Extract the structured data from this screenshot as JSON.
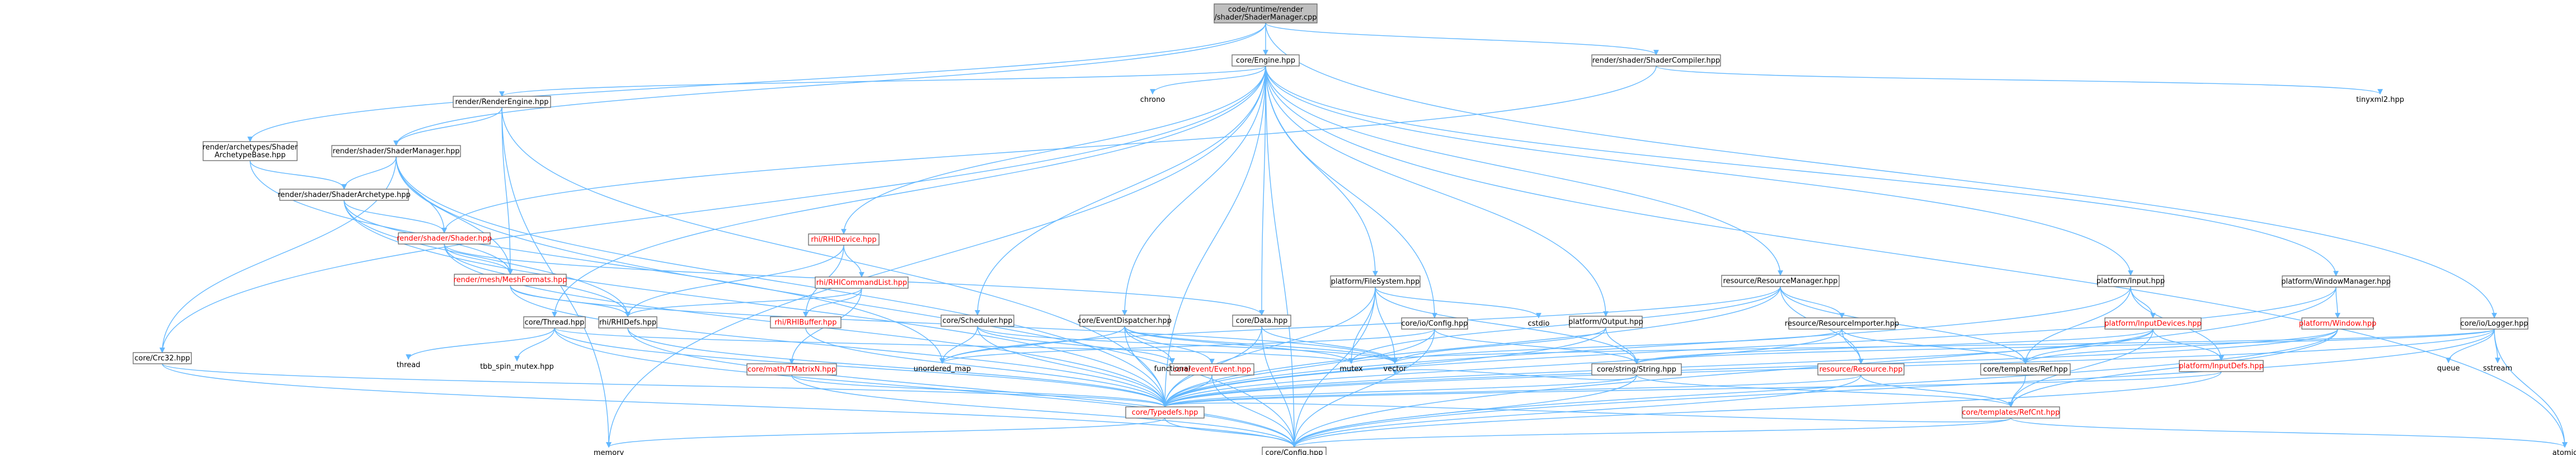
{
  "title": "code/runtime/render/shader/ShaderManager.cpp",
  "colors": {
    "edge": "#63b8ff",
    "root_fill": "#bfbfbf",
    "node_fill": "#ffffff",
    "red_text": "#ff0000"
  },
  "nodes": [
    {
      "id": "root",
      "label": [
        "code/runtime/render",
        "/shader/ShaderManager.cpp"
      ],
      "kind": "root"
    },
    {
      "id": "engine",
      "label": [
        "core/Engine.hpp"
      ],
      "kind": "box"
    },
    {
      "id": "compiler",
      "label": [
        "render/shader/ShaderCompiler.hpp"
      ],
      "kind": "box"
    },
    {
      "id": "tinyxml",
      "label": [
        "tinyxml2.hpp"
      ],
      "kind": "plain"
    },
    {
      "id": "renderengine",
      "label": [
        "render/RenderEngine.hpp"
      ],
      "kind": "box"
    },
    {
      "id": "chrono",
      "label": [
        "chrono"
      ],
      "kind": "plain"
    },
    {
      "id": "archebase",
      "label": [
        "render/archetypes/Shader",
        "ArchetypeBase.hpp"
      ],
      "kind": "box"
    },
    {
      "id": "shadermgr",
      "label": [
        "render/shader/ShaderManager.hpp"
      ],
      "kind": "box"
    },
    {
      "id": "archetype",
      "label": [
        "render/shader/ShaderArchetype.hpp"
      ],
      "kind": "box"
    },
    {
      "id": "shader",
      "label": [
        "render/shader/Shader.hpp"
      ],
      "kind": "red"
    },
    {
      "id": "meshformats",
      "label": [
        "render/mesh/MeshFormats.hpp"
      ],
      "kind": "red"
    },
    {
      "id": "rhidevice",
      "label": [
        "rhi/RHIDevice.hpp"
      ],
      "kind": "red"
    },
    {
      "id": "rhicmd",
      "label": [
        "rhi/RHICommandList.hpp"
      ],
      "kind": "red"
    },
    {
      "id": "rhibuffer",
      "label": [
        "rhi/RHIBuffer.hpp"
      ],
      "kind": "red"
    },
    {
      "id": "rhidefs",
      "label": [
        "rhi/RHIDefs.hpp"
      ],
      "kind": "box"
    },
    {
      "id": "thread",
      "label": [
        "core/Thread.hpp"
      ],
      "kind": "box"
    },
    {
      "id": "crc",
      "label": [
        "core/Crc32.hpp"
      ],
      "kind": "box"
    },
    {
      "id": "threadlib",
      "label": [
        "thread"
      ],
      "kind": "plain"
    },
    {
      "id": "tbbmutex",
      "label": [
        "tbb_spin_mutex.hpp"
      ],
      "kind": "plain"
    },
    {
      "id": "scheduler",
      "label": [
        "core/Scheduler.hpp"
      ],
      "kind": "box"
    },
    {
      "id": "eventdisp",
      "label": [
        "core/EventDispatcher.hpp"
      ],
      "kind": "box"
    },
    {
      "id": "data",
      "label": [
        "core/Data.hpp"
      ],
      "kind": "box"
    },
    {
      "id": "filesystem",
      "label": [
        "platform/FileSystem.hpp"
      ],
      "kind": "box"
    },
    {
      "id": "config",
      "label": [
        "core/io/Config.hpp"
      ],
      "kind": "box"
    },
    {
      "id": "cstdio",
      "label": [
        "cstdio"
      ],
      "kind": "plain"
    },
    {
      "id": "output",
      "label": [
        "platform/Output.hpp"
      ],
      "kind": "box"
    },
    {
      "id": "resmgr",
      "label": [
        "resource/ResourceManager.hpp"
      ],
      "kind": "box"
    },
    {
      "id": "resimp",
      "label": [
        "resource/ResourceImporter.hpp"
      ],
      "kind": "box"
    },
    {
      "id": "input",
      "label": [
        "platform/Input.hpp"
      ],
      "kind": "box"
    },
    {
      "id": "inputdevices",
      "label": [
        "platform/InputDevices.hpp"
      ],
      "kind": "red"
    },
    {
      "id": "inputdefs",
      "label": [
        "platform/InputDefs.hpp"
      ],
      "kind": "red"
    },
    {
      "id": "windowmgr",
      "label": [
        "platform/WindowManager.hpp"
      ],
      "kind": "box"
    },
    {
      "id": "window",
      "label": [
        "platform/Window.hpp"
      ],
      "kind": "red"
    },
    {
      "id": "logger",
      "label": [
        "core/io/Logger.hpp"
      ],
      "kind": "box"
    },
    {
      "id": "queue",
      "label": [
        "queue"
      ],
      "kind": "plain"
    },
    {
      "id": "sstream",
      "label": [
        "sstream"
      ],
      "kind": "plain"
    },
    {
      "id": "mathmat",
      "label": [
        "core/math/TMatrixN.hpp"
      ],
      "kind": "red"
    },
    {
      "id": "event",
      "label": [
        "core/event/Event.hpp"
      ],
      "kind": "red"
    },
    {
      "id": "unordered",
      "label": [
        "unordered_map"
      ],
      "kind": "plain"
    },
    {
      "id": "functional",
      "label": [
        "functional"
      ],
      "kind": "plain"
    },
    {
      "id": "mutex",
      "label": [
        "mutex"
      ],
      "kind": "plain"
    },
    {
      "id": "vector",
      "label": [
        "vector"
      ],
      "kind": "plain"
    },
    {
      "id": "string",
      "label": [
        "core/string/String.hpp"
      ],
      "kind": "box"
    },
    {
      "id": "resource",
      "label": [
        "resource/Resource.hpp"
      ],
      "kind": "red"
    },
    {
      "id": "ref",
      "label": [
        "core/templates/Ref.hpp"
      ],
      "kind": "box"
    },
    {
      "id": "typedefs",
      "label": [
        "core/Typedefs.hpp"
      ],
      "kind": "red"
    },
    {
      "id": "refcnt",
      "label": [
        "core/templates/RefCnt.hpp"
      ],
      "kind": "red"
    },
    {
      "id": "memory",
      "label": [
        "memory"
      ],
      "kind": "plain"
    },
    {
      "id": "atomic",
      "label": [
        "atomic"
      ],
      "kind": "plain"
    },
    {
      "id": "coreconfig",
      "label": [
        "core/Config.hpp"
      ],
      "kind": "box"
    }
  ],
  "edges": [
    [
      "root",
      "engine"
    ],
    [
      "root",
      "compiler"
    ],
    [
      "root",
      "shadermgr"
    ],
    [
      "root",
      "archebase"
    ],
    [
      "root",
      "logger"
    ],
    [
      "engine",
      "renderengine"
    ],
    [
      "engine",
      "chrono"
    ],
    [
      "engine",
      "rhidevice"
    ],
    [
      "engine",
      "thread"
    ],
    [
      "engine",
      "scheduler"
    ],
    [
      "engine",
      "eventdisp"
    ],
    [
      "engine",
      "data"
    ],
    [
      "engine",
      "filesystem"
    ],
    [
      "engine",
      "config"
    ],
    [
      "engine",
      "resmgr"
    ],
    [
      "engine",
      "input"
    ],
    [
      "engine",
      "windowmgr"
    ],
    [
      "engine",
      "typedefs"
    ],
    [
      "engine",
      "coreconfig"
    ],
    [
      "engine",
      "memory"
    ],
    [
      "engine",
      "atomic"
    ],
    [
      "engine",
      "output"
    ],
    [
      "engine",
      "crc"
    ],
    [
      "compiler",
      "tinyxml"
    ],
    [
      "compiler",
      "shader"
    ],
    [
      "renderengine",
      "shadermgr"
    ],
    [
      "renderengine",
      "meshformats"
    ],
    [
      "renderengine",
      "typedefs"
    ],
    [
      "renderengine",
      "memory"
    ],
    [
      "archebase",
      "archetype"
    ],
    [
      "archebase",
      "unordered"
    ],
    [
      "shadermgr",
      "archetype"
    ],
    [
      "shadermgr",
      "shader"
    ],
    [
      "shadermgr",
      "meshformats"
    ],
    [
      "shadermgr",
      "crc"
    ],
    [
      "shadermgr",
      "typedefs"
    ],
    [
      "shadermgr",
      "coreconfig"
    ],
    [
      "archetype",
      "shader"
    ],
    [
      "archetype",
      "meshformats"
    ],
    [
      "archetype",
      "rhidefs"
    ],
    [
      "archetype",
      "typedefs"
    ],
    [
      "shader",
      "meshformats"
    ],
    [
      "shader",
      "rhidefs"
    ],
    [
      "shader",
      "typedefs"
    ],
    [
      "shader",
      "data"
    ],
    [
      "meshformats",
      "rhidefs"
    ],
    [
      "meshformats",
      "typedefs"
    ],
    [
      "meshformats",
      "vector"
    ],
    [
      "rhidevice",
      "rhicmd"
    ],
    [
      "rhidevice",
      "rhibuffer"
    ],
    [
      "rhidevice",
      "rhidefs"
    ],
    [
      "rhicmd",
      "rhibuffer"
    ],
    [
      "rhicmd",
      "rhidefs"
    ],
    [
      "rhicmd",
      "mathmat"
    ],
    [
      "rhibuffer",
      "typedefs"
    ],
    [
      "rhidefs",
      "typedefs"
    ],
    [
      "rhidefs",
      "coreconfig"
    ],
    [
      "thread",
      "threadlib"
    ],
    [
      "thread",
      "tbbmutex"
    ],
    [
      "thread",
      "typedefs"
    ],
    [
      "thread",
      "coreconfig"
    ],
    [
      "thread",
      "mutex"
    ],
    [
      "crc",
      "typedefs"
    ],
    [
      "crc",
      "coreconfig"
    ],
    [
      "scheduler",
      "unordered"
    ],
    [
      "scheduler",
      "functional"
    ],
    [
      "scheduler",
      "typedefs"
    ],
    [
      "scheduler",
      "vector"
    ],
    [
      "eventdisp",
      "event"
    ],
    [
      "eventdisp",
      "functional"
    ],
    [
      "eventdisp",
      "unordered"
    ],
    [
      "eventdisp",
      "typedefs"
    ],
    [
      "eventdisp",
      "mutex"
    ],
    [
      "eventdisp",
      "vector"
    ],
    [
      "data",
      "typedefs"
    ],
    [
      "data",
      "coreconfig"
    ],
    [
      "data",
      "vector"
    ],
    [
      "filesystem",
      "string"
    ],
    [
      "filesystem",
      "typedefs"
    ],
    [
      "filesystem",
      "vector"
    ],
    [
      "filesystem",
      "mutex"
    ],
    [
      "filesystem",
      "cstdio"
    ],
    [
      "filesystem",
      "coreconfig"
    ],
    [
      "config",
      "string"
    ],
    [
      "config",
      "typedefs"
    ],
    [
      "config",
      "coreconfig"
    ],
    [
      "config",
      "unordered"
    ],
    [
      "output",
      "string"
    ],
    [
      "output",
      "typedefs"
    ],
    [
      "output",
      "vector"
    ],
    [
      "resmgr",
      "resimp"
    ],
    [
      "resmgr",
      "resource"
    ],
    [
      "resmgr",
      "ref"
    ],
    [
      "resmgr",
      "typedefs"
    ],
    [
      "resmgr",
      "unordered"
    ],
    [
      "resmgr",
      "mutex"
    ],
    [
      "resimp",
      "resource"
    ],
    [
      "resimp",
      "ref"
    ],
    [
      "resimp",
      "typedefs"
    ],
    [
      "resimp",
      "vector"
    ],
    [
      "input",
      "inputdevices"
    ],
    [
      "input",
      "inputdefs"
    ],
    [
      "input",
      "typedefs"
    ],
    [
      "input",
      "ref"
    ],
    [
      "inputdevices",
      "inputdefs"
    ],
    [
      "inputdevices",
      "typedefs"
    ],
    [
      "inputdevices",
      "ref"
    ],
    [
      "inputdevices",
      "refcnt"
    ],
    [
      "inputdevices",
      "string"
    ],
    [
      "inputdefs",
      "typedefs"
    ],
    [
      "inputdefs",
      "coreconfig"
    ],
    [
      "windowmgr",
      "window"
    ],
    [
      "windowmgr",
      "typedefs"
    ],
    [
      "windowmgr",
      "coreconfig"
    ],
    [
      "window",
      "typedefs"
    ],
    [
      "window",
      "coreconfig"
    ],
    [
      "window",
      "ref"
    ],
    [
      "window",
      "refcnt"
    ],
    [
      "logger",
      "queue"
    ],
    [
      "logger",
      "sstream"
    ],
    [
      "logger",
      "typedefs"
    ],
    [
      "logger",
      "string"
    ],
    [
      "logger",
      "atomic"
    ],
    [
      "logger",
      "mutex"
    ],
    [
      "logger",
      "coreconfig"
    ],
    [
      "mathmat",
      "typedefs"
    ],
    [
      "mathmat",
      "coreconfig"
    ],
    [
      "event",
      "typedefs"
    ],
    [
      "event",
      "coreconfig"
    ],
    [
      "string",
      "typedefs"
    ],
    [
      "string",
      "refcnt"
    ],
    [
      "string",
      "vector"
    ],
    [
      "string",
      "coreconfig"
    ],
    [
      "resource",
      "refcnt"
    ],
    [
      "resource",
      "typedefs"
    ],
    [
      "resource",
      "coreconfig"
    ],
    [
      "ref",
      "refcnt"
    ],
    [
      "typedefs",
      "coreconfig"
    ],
    [
      "typedefs",
      "memory"
    ],
    [
      "refcnt",
      "coreconfig"
    ],
    [
      "refcnt",
      "atomic"
    ],
    [
      "refcnt",
      "typedefs"
    ]
  ]
}
